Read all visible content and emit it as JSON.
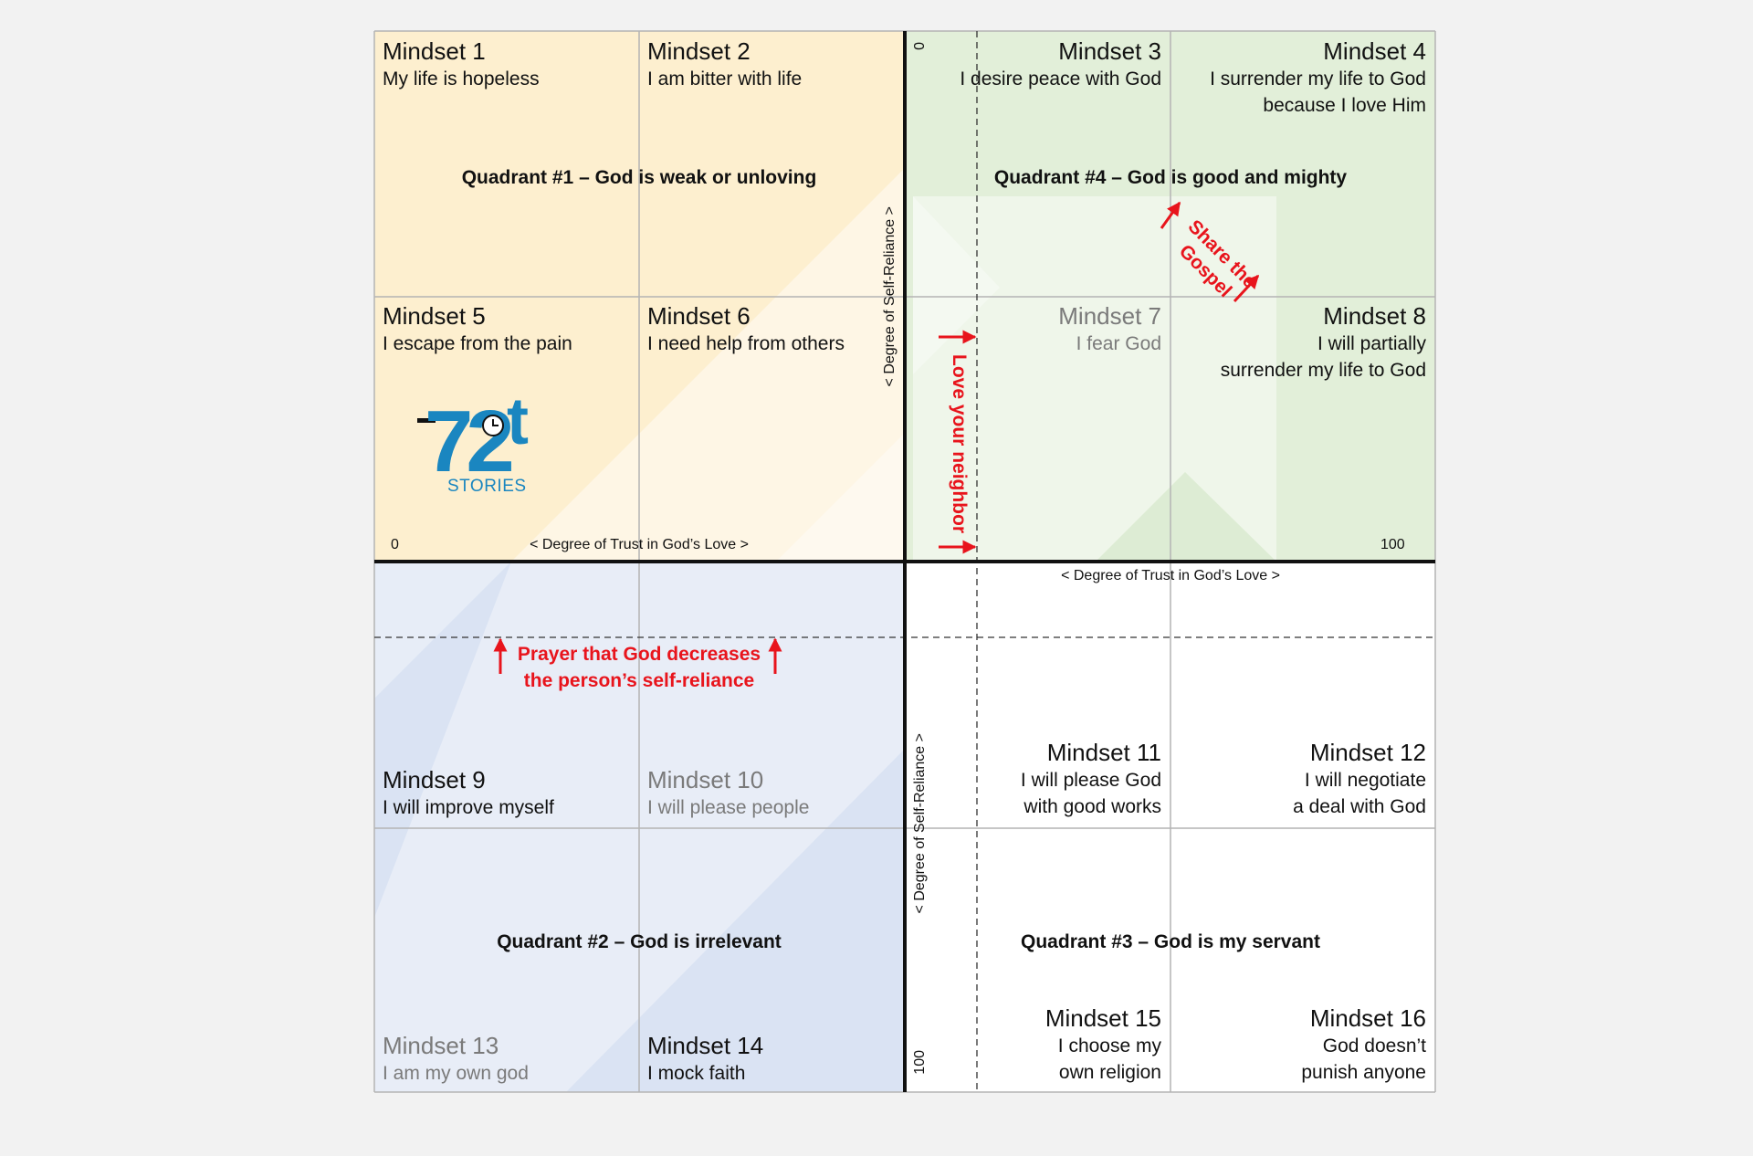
{
  "colors": {
    "quadrant1": "#fdefcf",
    "quadrant4": "#e2efd9",
    "quadrant2": "#dae3f3",
    "quadrant3": "#ffffff",
    "accent_red": "#e8141c",
    "logo_blue": "#1a86c0"
  },
  "mindsets": [
    {
      "title": "Mindset 1",
      "desc": [
        "My life is hopeless"
      ],
      "faded": false
    },
    {
      "title": "Mindset 2",
      "desc": [
        "I am bitter  with life"
      ],
      "faded": false
    },
    {
      "title": "Mindset 3",
      "desc": [
        "I desire peace with God"
      ],
      "faded": false
    },
    {
      "title": "Mindset 4",
      "desc": [
        "I surrender my life to God",
        "because I love Him"
      ],
      "faded": false
    },
    {
      "title": "Mindset 5",
      "desc": [
        "I escape from the pain"
      ],
      "faded": false
    },
    {
      "title": "Mindset 6",
      "desc": [
        "I need help from others"
      ],
      "faded": false
    },
    {
      "title": "Mindset 7",
      "desc": [
        "I fear God"
      ],
      "faded": true
    },
    {
      "title": "Mindset 8",
      "desc": [
        "I will partially",
        "surrender my life to God"
      ],
      "faded": false
    },
    {
      "title": "Mindset 9",
      "desc": [
        "I will improve myself"
      ],
      "faded": false
    },
    {
      "title": "Mindset 10",
      "desc": [
        "I will please people"
      ],
      "faded": true
    },
    {
      "title": "Mindset 11",
      "desc": [
        "I will please God",
        "with good works"
      ],
      "faded": false
    },
    {
      "title": "Mindset 12",
      "desc": [
        "I will negotiate",
        "a deal with God"
      ],
      "faded": false
    },
    {
      "title": "Mindset 13",
      "desc": [
        "I am my own god"
      ],
      "faded": true
    },
    {
      "title": "Mindset 14",
      "desc": [
        "I mock faith"
      ],
      "faded": false
    },
    {
      "title": "Mindset 15",
      "desc": [
        "I choose my",
        "own religion"
      ],
      "faded": false
    },
    {
      "title": "Mindset 16",
      "desc": [
        "God doesn’t",
        "punish anyone"
      ],
      "faded": false
    }
  ],
  "quadrants": {
    "q1": "Quadrant #1 – God is weak or unloving",
    "q2": "Quadrant #2 – God is irrelevant",
    "q3": "Quadrant #3 – God is my servant",
    "q4": "Quadrant #4 – God is good and mighty"
  },
  "axes": {
    "trust_label": "< Degree of Trust in God’s Love >",
    "self_reliance_label": "< Degree of Self-Reliance >",
    "zero": "0",
    "hundred": "100"
  },
  "annotations": {
    "share_gospel": [
      "Share the",
      "Gospel"
    ],
    "love_neighbor": "Love your neighbor",
    "prayer": [
      "Prayer that God decreases",
      "the person’s self-reliance"
    ]
  },
  "logo": {
    "number": "72",
    "cross": "t",
    "caption": "STORIES"
  }
}
